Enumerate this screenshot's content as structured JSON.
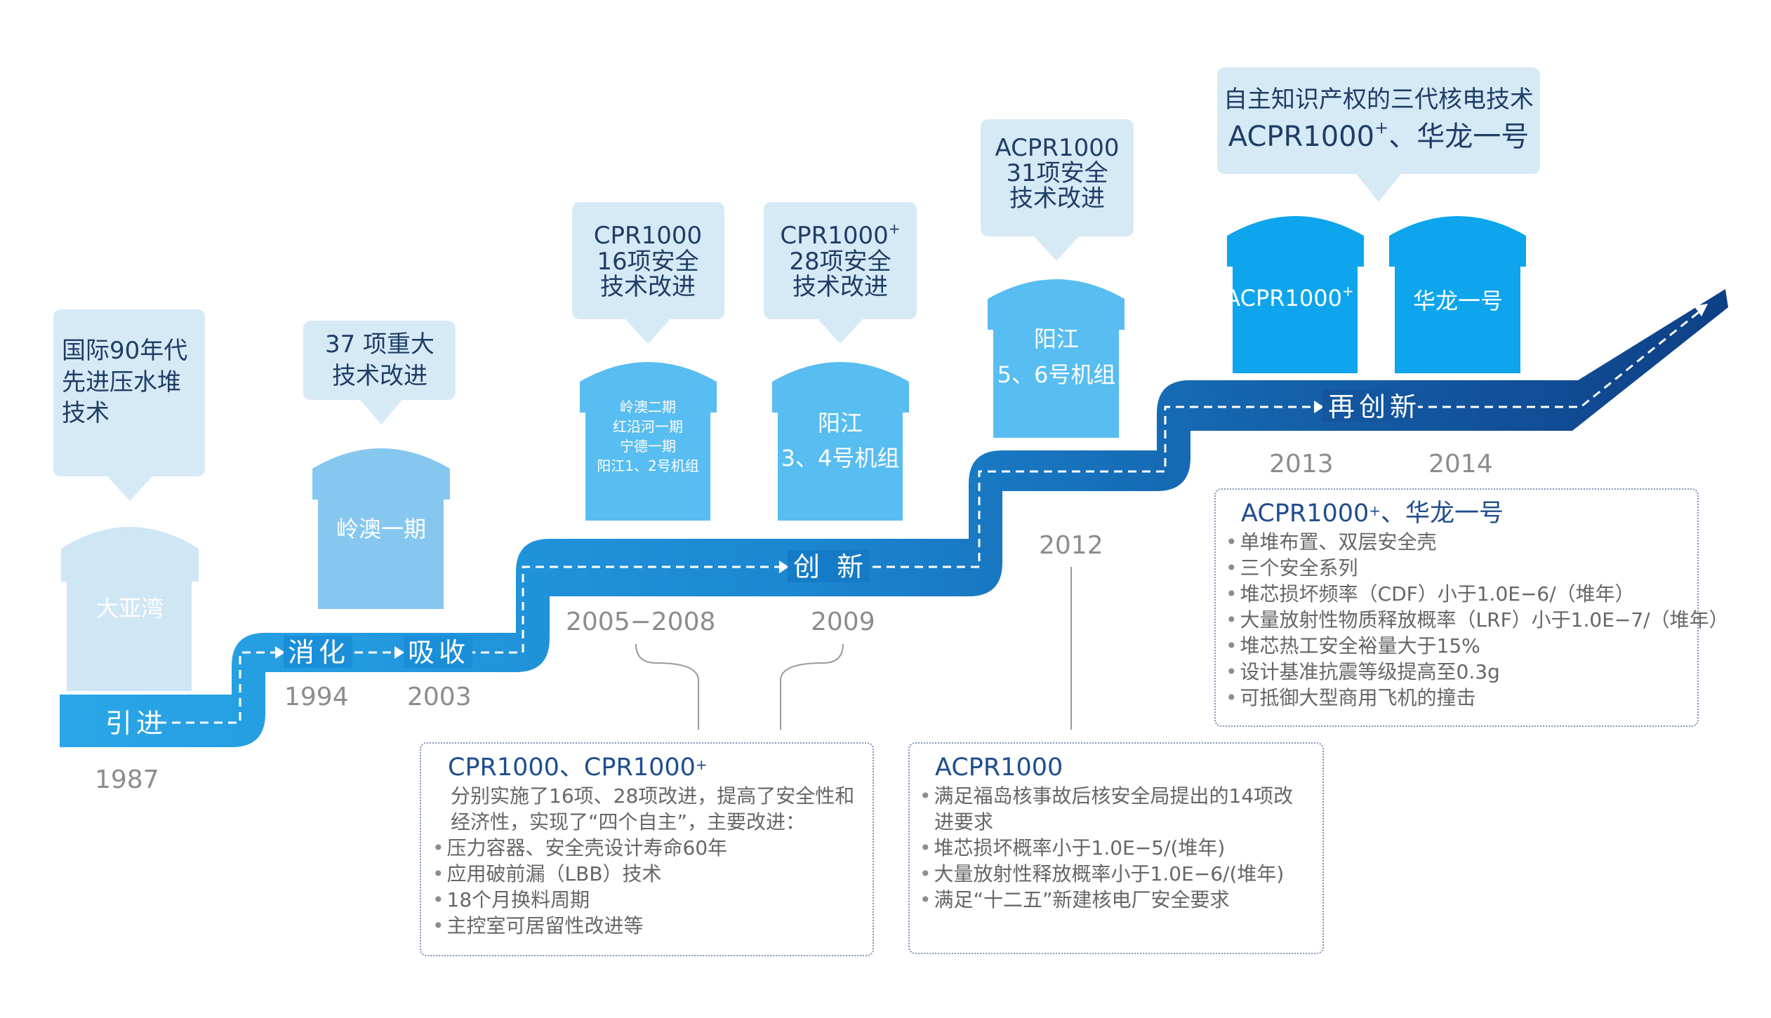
{
  "palette": {
    "light_blue": "#cfe6f5",
    "mid_blue": "#79c3ee",
    "bright_blue": "#2aa7e8",
    "dark_blue": "#11559b",
    "text_dark": "#1f3d66"
  },
  "steps": {
    "s1": "引进",
    "s2": "消化",
    "s3": "吸收",
    "s4": "创 新",
    "s5": "再创新"
  },
  "years": {
    "y1987": "1987",
    "y1994": "1994",
    "y2003": "2003",
    "y2005": "2005−2008",
    "y2009": "2009",
    "y2012": "2012",
    "y2013": "2013",
    "y2014": "2014"
  },
  "plants": {
    "daya": "大亚湾",
    "lingao1": "岭澳一期",
    "group": [
      "岭澳二期",
      "红沿河一期",
      "宁德一期",
      "阳江1、2号机组"
    ],
    "yj34": {
      "l1": "阳江",
      "l2": "3、4号机组"
    },
    "yj56": {
      "l1": "阳江",
      "l2": "5、6号机组"
    },
    "acpr": {
      "name": "ACPR1000",
      "sup": "+"
    },
    "hualong": "华龙一号"
  },
  "bubbles": {
    "b1": [
      "国际90年代",
      "先进压水堆",
      "技术"
    ],
    "b2": [
      "37 项重大",
      "技术改进"
    ],
    "b3": [
      "CPR1000",
      "16项安全",
      "技术改进"
    ],
    "b4": {
      "name": "CPR1000",
      "sup": "+",
      "l2": "28项安全",
      "l3": "技术改进"
    },
    "b5": [
      "ACPR1000",
      "31项安全",
      "技术改进"
    ],
    "b6": {
      "l1": "自主知识产权的三代核电技术",
      "name": "ACPR1000",
      "sup": "+",
      "rest": "、华龙一号"
    }
  },
  "box_cpr": {
    "title_a": "CPR1000、CPR1000",
    "title_sup": "+",
    "intro1": "分别实施了16项、28项改进，提高了安全性和",
    "intro2": "经济性，实现了“四个自主”，主要改进：",
    "items": [
      "压力容器、安全壳设计寿命60年",
      "应用破前漏（LBB）技术",
      "18个月换料周期",
      "主控室可居留性改进等"
    ]
  },
  "box_acpr": {
    "title": "ACPR1000",
    "items": [
      "满足福岛核事故后核安全局提出的14项改",
      "堆芯损坏概率小于1.0E−5/(堆年)",
      "大量放射性释放概率小于1.0E−6/(堆年)",
      "满足“十二五”新建核电厂安全要求"
    ],
    "cont": "进要求"
  },
  "box_hl": {
    "title_a": "ACPR1000",
    "title_sup": "+",
    "title_b": "、华龙一号",
    "items": [
      "单堆布置、双层安全壳",
      "三个安全系列",
      "堆芯损坏频率（CDF）小于1.0E−6/（堆年）",
      "大量放射性物质释放概率（LRF）小于1.0E−7/（堆年）",
      "堆芯热工安全裕量大于15%",
      "设计基准抗震等级提高至0.3g",
      "可抵御大型商用飞机的撞击"
    ]
  }
}
